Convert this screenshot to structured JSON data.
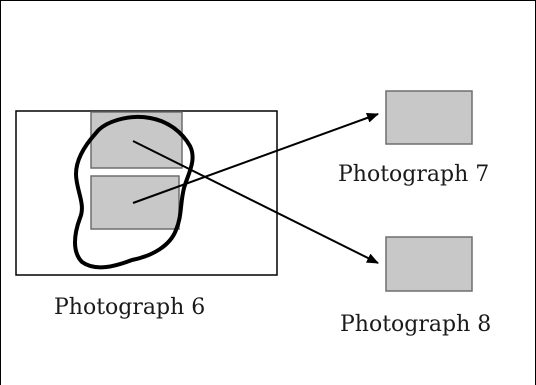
{
  "labels": {
    "photo6": "Photograph 6",
    "photo7": "Photograph 7",
    "photo8": "Photograph 8"
  },
  "colors": {
    "stroke": "#000000",
    "photo_fill": "#c8c8c8",
    "photo_stroke": "#6e6e6e",
    "text": "#1a1a1a"
  }
}
